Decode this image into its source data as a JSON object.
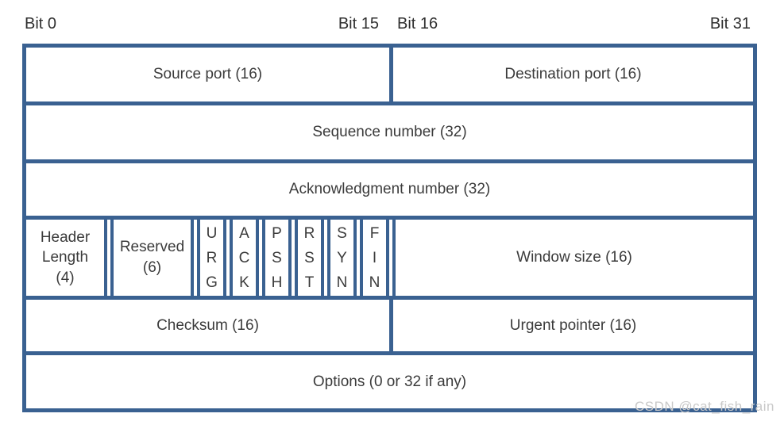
{
  "diagram": {
    "title_semantic": "TCP header format diagram",
    "colors": {
      "border_blue": "#3a6191",
      "text_dark": "#3b3b3b",
      "bit_label_dark": "#2f2f2f",
      "watermark_gray": "#c9c9c9",
      "background": "#ffffff"
    },
    "bit_labels": {
      "bit0": "Bit 0",
      "bit15": "Bit 15",
      "bit16": "Bit 16",
      "bit31": "Bit 31"
    },
    "fields": {
      "source_port": "Source port (16)",
      "destination_port": "Destination port (16)",
      "sequence_number": "Sequence number (32)",
      "acknowledgment_number": "Acknowledgment number (32)",
      "header_length": "Header\nLength\n(4)",
      "reserved": "Reserved\n(6)",
      "flags": [
        {
          "name": "URG",
          "label": "U\nR\nG"
        },
        {
          "name": "ACK",
          "label": "A\nC\nK"
        },
        {
          "name": "PSH",
          "label": "P\nS\nH"
        },
        {
          "name": "RST",
          "label": "R\nS\nT"
        },
        {
          "name": "SYN",
          "label": "S\nY\nN"
        },
        {
          "name": "FIN",
          "label": "F\nI\nN"
        }
      ],
      "window_size": "Window size (16)",
      "checksum": "Checksum (16)",
      "urgent_pointer": "Urgent pointer (16)",
      "options": "Options (0 or 32 if any)"
    },
    "watermark": "CSDN @cat_fish_rain"
  }
}
